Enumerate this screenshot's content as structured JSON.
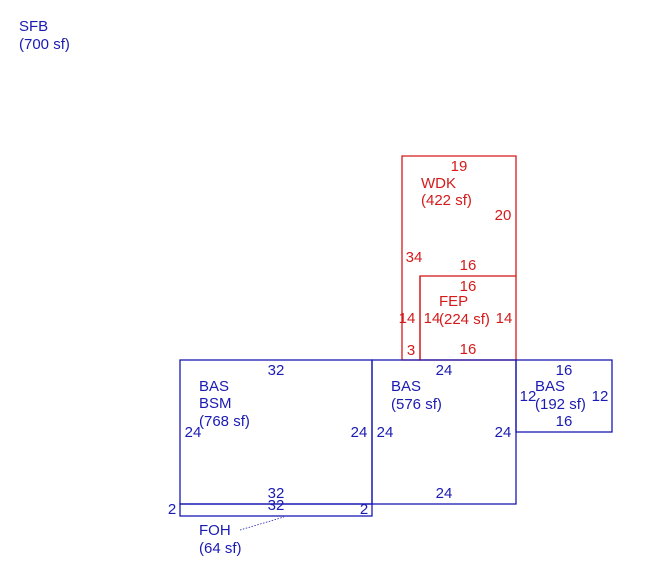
{
  "header": {
    "code": "SFB",
    "area": "(700 sf)"
  },
  "colors": {
    "blue": "#1a1ab4",
    "red": "#d41a1a"
  },
  "areas": {
    "wdk": {
      "code": "WDK",
      "area": "(422 sf)",
      "dims": [
        "19",
        "20",
        "34",
        "16"
      ]
    },
    "fep": {
      "code": "FEP",
      "area": "(224 sf)",
      "dims": [
        "16",
        "14",
        "14",
        "14",
        "16",
        "3"
      ]
    },
    "bas_bsm": {
      "code1": "BAS",
      "code2": "BSM",
      "area": "(768 sf)",
      "dims": [
        "32",
        "24",
        "24",
        "32"
      ]
    },
    "bas_mid": {
      "code": "BAS",
      "area": "(576 sf)",
      "dims": [
        "24",
        "24",
        "24",
        "24"
      ]
    },
    "bas_right": {
      "code": "BAS",
      "area": "(192 sf)",
      "dims": [
        "16",
        "12",
        "12",
        "16"
      ]
    },
    "foh": {
      "code": "FOH",
      "area": "(64 sf)",
      "dims": [
        "32",
        "2",
        "2"
      ]
    }
  }
}
